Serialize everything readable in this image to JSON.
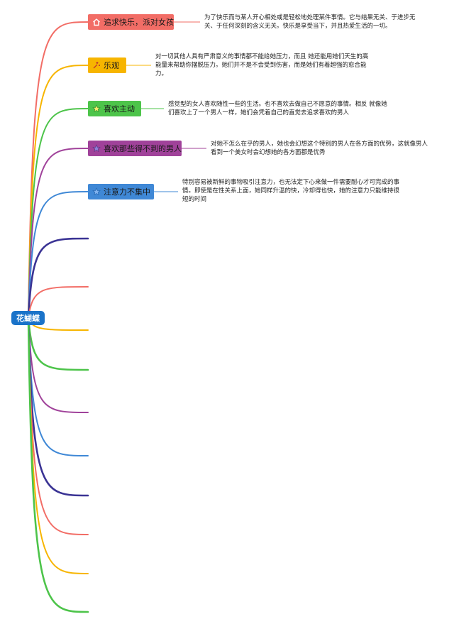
{
  "root": {
    "label": "花蝴蝶"
  },
  "topics": [
    {
      "label": "追求快乐，派对女孩",
      "icon": "home-icon",
      "color": "#f26d66",
      "note": "为了快乐而与某人开心相处或是轻松地处理某件事情。它与结果无关、于进步无关、于任何深刻的含义无关。快乐是享受当下，并且热爱生活的一切。"
    },
    {
      "label": "乐观",
      "icon": "sparkle-icon",
      "color": "#f7b500",
      "note": "对一切其他人具有严肃意义的事情都不能给她压力，而且 她还能用她们天生的高能量来帮助你摆脱压力。她们并不是不会受到伤害，而是她们有着超强的愈合能力。"
    },
    {
      "label": "喜欢主动",
      "icon": "star-icon",
      "color": "#4dc44a",
      "note": "感觉型的女人喜欢随性一些的生活。也不喜欢去做自己不愿意的事情。相反 就像她们喜欢上了一个男人一样，她们会凭着自己的直觉去追求喜欢的男人"
    },
    {
      "label": "喜欢那些得不到的男人",
      "icon": "star-icon",
      "color": "#a0429a",
      "note": "对她不怎么在乎的男人，她也会幻想这个特别的男人在各方面的优势，这就像男人看到一个美女时会幻想她的各方面都是优秀"
    },
    {
      "label": "注意力不集中",
      "icon": "star-icon",
      "color": "#3f88d6",
      "note": "特别容易被新鲜的事物吸引注意力，也无法定下心来做一件需要耐心才可完成的事情。即使是在性关系上面，她同样升温的快，冷却得也快，她的注意力只能维持很短的时间"
    }
  ],
  "colors": {
    "root": "#1a73c9",
    "empty_branches": [
      "#3a3394",
      "#f26d66",
      "#f7b500",
      "#4dc44a",
      "#a0429a",
      "#3f88d6",
      "#3a3394",
      "#f26d66",
      "#f7b500",
      "#4dc44a"
    ]
  }
}
